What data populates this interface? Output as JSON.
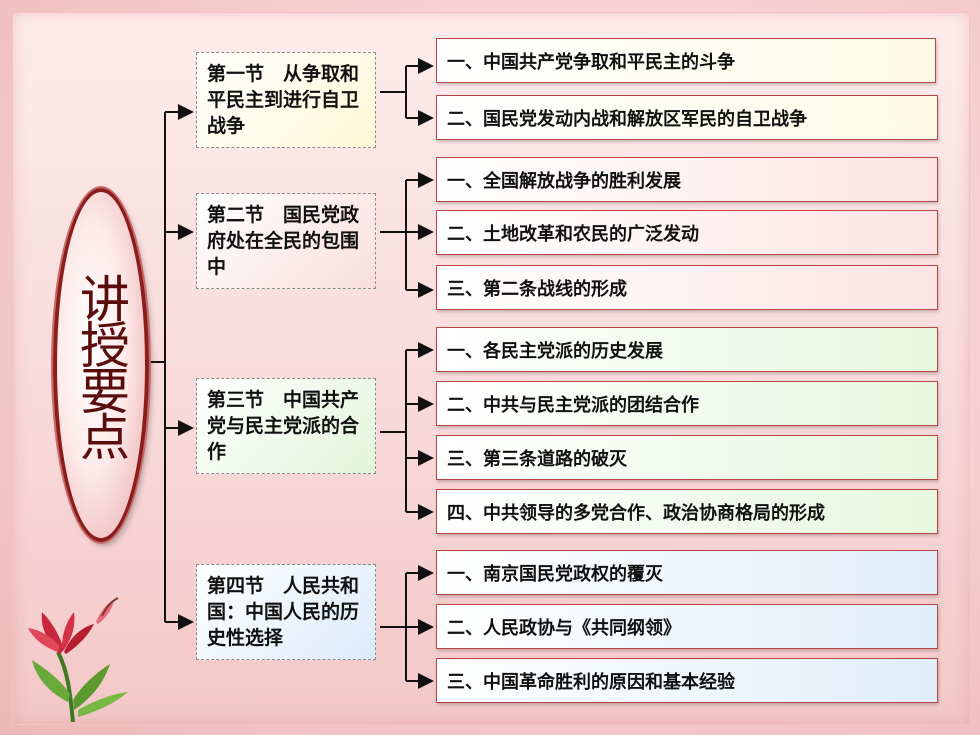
{
  "title": "讲授要点",
  "sections": [
    {
      "label": "第一节　从争取和平民主到进行自卫战争",
      "items": [
        "一、中国共产党争取和平民主的斗争",
        "二、国民党发动内战和解放区军民的自卫战争"
      ]
    },
    {
      "label": "第二节　国民党政府处在全民的包围中",
      "items": [
        "一、全国解放战争的胜利发展",
        "二、土地改革和农民的广泛发动",
        "三、第二条战线的形成"
      ]
    },
    {
      "label": "第三节　中国共产党与民主党派的合作",
      "items": [
        "一、各民主党派的历史发展",
        "二、中共与民主党派的团结合作",
        "三、第三条道路的破灭",
        "四、中共领导的多党合作、政治协商格局的形成"
      ]
    },
    {
      "label": "第四节　人民共和国：中国人民的历史性选择",
      "items": [
        "一、南京国民党政权的覆灭",
        "二、人民政协与《共同纲领》",
        "三、中国革命胜利的原因和基本经验"
      ]
    }
  ],
  "colors": {
    "border": "#b44444",
    "oval_border": "#8c1d1d",
    "section_yellow": "#fdf8d6",
    "section_pink": "#fadede",
    "section_green": "#e2f5da",
    "section_blue": "#dcebfa"
  }
}
